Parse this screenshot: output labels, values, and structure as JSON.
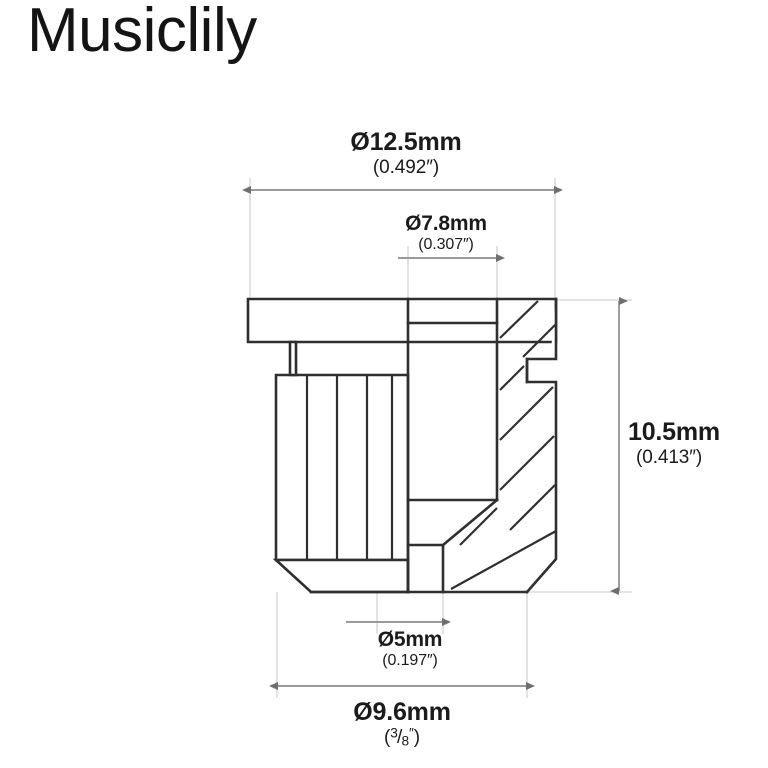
{
  "brand": {
    "logo_text": "Musiclily"
  },
  "drawing": {
    "title": "Guitar tuner bushing cross-section drawing",
    "line_color": "#2b2b2b",
    "dimension_line_color": "#7a7a7a",
    "extension_line_color": "#d8d8d8",
    "background": "#ffffff"
  },
  "dimensions": {
    "outer_flange": {
      "name": "outer-flange-diameter",
      "metric": "Ø12.5mm",
      "imperial": "(0.492″)",
      "value_mm": 12.5,
      "value_in": 0.492
    },
    "inner_bore_upper": {
      "name": "upper-bore-diameter",
      "metric": "Ø7.8mm",
      "imperial": "(0.307″)",
      "value_mm": 7.8,
      "value_in": 0.307
    },
    "overall_height": {
      "name": "overall-height",
      "metric": "10.5mm",
      "imperial": "(0.413″)",
      "value_mm": 10.5,
      "value_in": 0.413
    },
    "inner_bore_lower": {
      "name": "lower-bore-diameter",
      "metric": "Ø5mm",
      "imperial": "(0.197″)",
      "value_mm": 5,
      "value_in": 0.197
    },
    "body_diameter": {
      "name": "body-diameter",
      "metric": "Ø9.6mm",
      "imperial_numerator": "3",
      "imperial_denominator": "8",
      "imperial_unit": "″",
      "value_mm": 9.6,
      "value_in": 0.375
    }
  }
}
